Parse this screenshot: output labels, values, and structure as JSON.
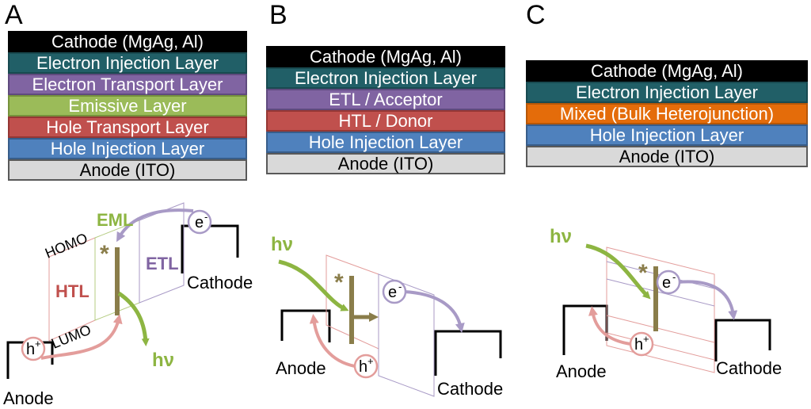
{
  "panels": [
    {
      "letter": "A",
      "layers": [
        {
          "label": "Cathode (MgAg, Al)",
          "bg": "#000000",
          "border": "#000000",
          "text": "#ffffff"
        },
        {
          "label": "Electron Injection Layer",
          "bg": "#215f67",
          "border": "#184a50",
          "text": "#ffffff"
        },
        {
          "label": "Electron Transport Layer",
          "bg": "#8064a2",
          "border": "#5f4a7e",
          "text": "#ffffff"
        },
        {
          "label": "Emissive Layer",
          "bg": "#9bbb59",
          "border": "#76923c",
          "text": "#ffffff"
        },
        {
          "label": "Hole Transport Layer",
          "bg": "#c0504d",
          "border": "#953734",
          "text": "#ffffff"
        },
        {
          "label": "Hole Injection Layer",
          "bg": "#4f81bd",
          "border": "#385d8a",
          "text": "#ffffff"
        },
        {
          "label": "Anode (ITO)",
          "bg": "#d9d9d9",
          "border": "#595959",
          "text": "#000000"
        }
      ],
      "diagram": {
        "eml": "EML",
        "etl": "ETL",
        "htl": "HTL",
        "homo": "HOMO",
        "lumo": "LUMO",
        "electron": "e",
        "hole": "h",
        "excited": "*",
        "photon": "hν",
        "anode": "Anode",
        "cathode": "Cathode"
      }
    },
    {
      "letter": "B",
      "layers": [
        {
          "label": "Cathode (MgAg, Al)",
          "bg": "#000000",
          "border": "#000000",
          "text": "#ffffff"
        },
        {
          "label": "Electron Injection Layer",
          "bg": "#215f67",
          "border": "#184a50",
          "text": "#ffffff"
        },
        {
          "label": "ETL / Acceptor",
          "bg": "#8064a2",
          "border": "#5f4a7e",
          "text": "#ffffff"
        },
        {
          "label": "HTL / Donor",
          "bg": "#c0504d",
          "border": "#953734",
          "text": "#ffffff"
        },
        {
          "label": "Hole Injection Layer",
          "bg": "#4f81bd",
          "border": "#385d8a",
          "text": "#ffffff"
        },
        {
          "label": "Anode (ITO)",
          "bg": "#d9d9d9",
          "border": "#595959",
          "text": "#000000"
        }
      ],
      "diagram": {
        "electron": "e",
        "hole": "h",
        "excited": "*",
        "photon": "hν",
        "anode": "Anode",
        "cathode": "Cathode"
      }
    },
    {
      "letter": "C",
      "layers": [
        {
          "label": "Cathode (MgAg, Al)",
          "bg": "#000000",
          "border": "#000000",
          "text": "#ffffff"
        },
        {
          "label": "Electron Injection Layer",
          "bg": "#215f67",
          "border": "#184a50",
          "text": "#ffffff"
        },
        {
          "label": "Mixed (Bulk Heterojunction)",
          "bg": "#e46c0a",
          "border": "#b65708",
          "text": "#ffffff"
        },
        {
          "label": "Hole Injection Layer",
          "bg": "#4f81bd",
          "border": "#385d8a",
          "text": "#ffffff"
        },
        {
          "label": "Anode (ITO)",
          "bg": "#d9d9d9",
          "border": "#595959",
          "text": "#000000"
        }
      ],
      "diagram": {
        "electron": "e",
        "hole": "h",
        "excited": "*",
        "photon": "hν",
        "anode": "Anode",
        "cathode": "Cathode"
      }
    }
  ],
  "colors": {
    "green": "#8db542",
    "purple": "#a89ac6",
    "pink": "#e39d9b",
    "red_label": "#c0504d",
    "olive": "#8a7d4a",
    "black": "#000000"
  }
}
